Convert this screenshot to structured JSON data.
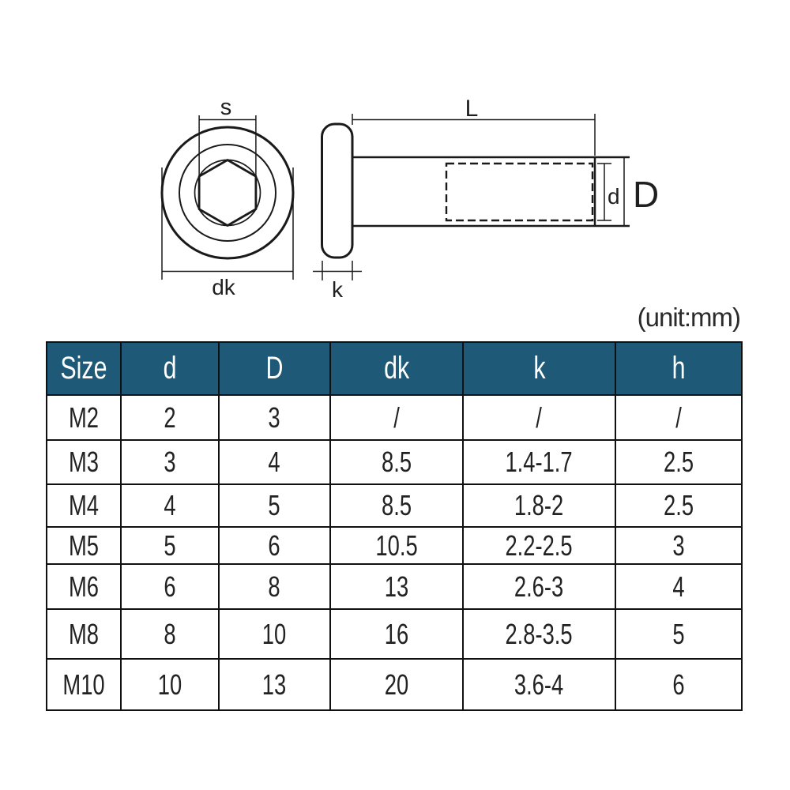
{
  "unit_note": "(unit:mm)",
  "diagram": {
    "front_view_labels": {
      "s": "s",
      "dk": "dk"
    },
    "side_view_labels": {
      "L": "L",
      "k": "k",
      "d": "d",
      "D": "D"
    }
  },
  "table": {
    "headers": [
      "Size",
      "d",
      "D",
      "dk",
      "k",
      "h"
    ],
    "rows": [
      [
        "M2",
        "2",
        "3",
        "/",
        "/",
        "/"
      ],
      [
        "M3",
        "3",
        "4",
        "8.5",
        "1.4-1.7",
        "2.5"
      ],
      [
        "M4",
        "4",
        "5",
        "8.5",
        "1.8-2",
        "2.5"
      ],
      [
        "M5",
        "5",
        "6",
        "10.5",
        "2.2-2.5",
        "3"
      ],
      [
        "M6",
        "6",
        "8",
        "13",
        "2.6-3",
        "4"
      ],
      [
        "M8",
        "8",
        "10",
        "16",
        "2.8-3.5",
        "5"
      ],
      [
        "M10",
        "10",
        "13",
        "20",
        "3.6-4",
        "6"
      ]
    ]
  },
  "colors": {
    "header_background": "#1e5978",
    "header_text": "#ffffff",
    "line_color": "#1a1a1a",
    "body_text": "#222222"
  }
}
